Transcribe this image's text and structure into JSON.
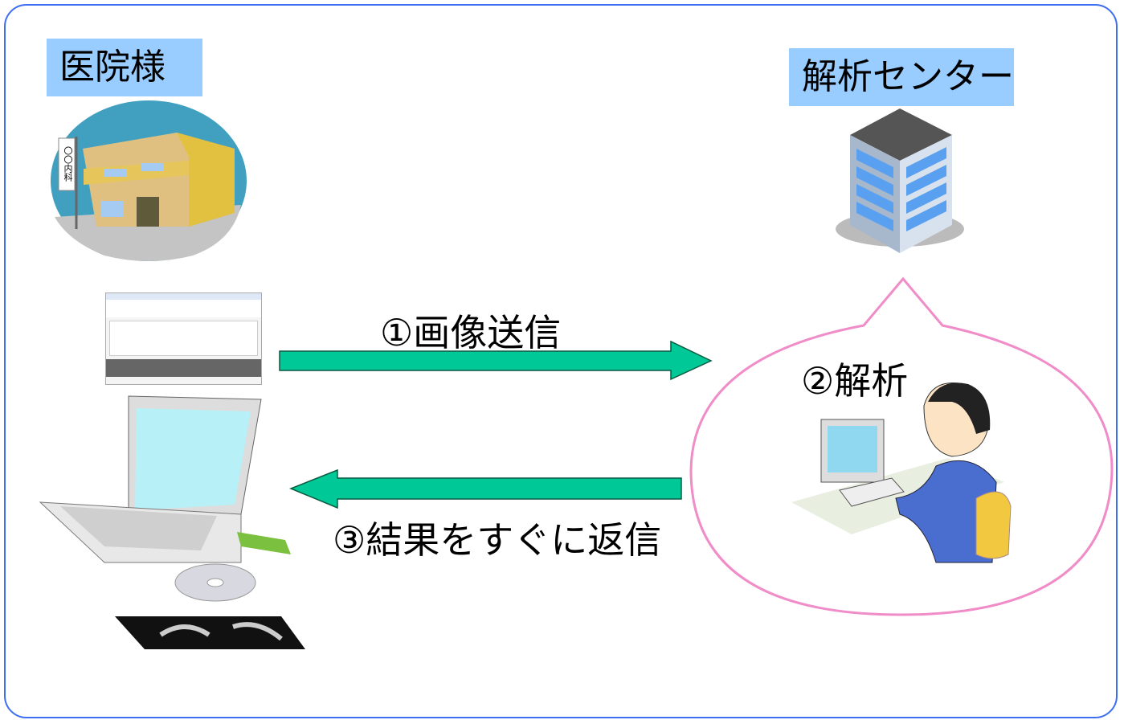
{
  "hospital": {
    "label": "医院様",
    "sign": "〇〇内科"
  },
  "center": {
    "label": "解析センター"
  },
  "steps": {
    "send": "①画像送信",
    "analyze": "②解析",
    "reply": "③結果をすぐに返信"
  },
  "colors": {
    "arrow": "#00c896",
    "bubble": "#f08cc8",
    "label_bg": "#99ccff",
    "frame": "#3d6ef2"
  }
}
